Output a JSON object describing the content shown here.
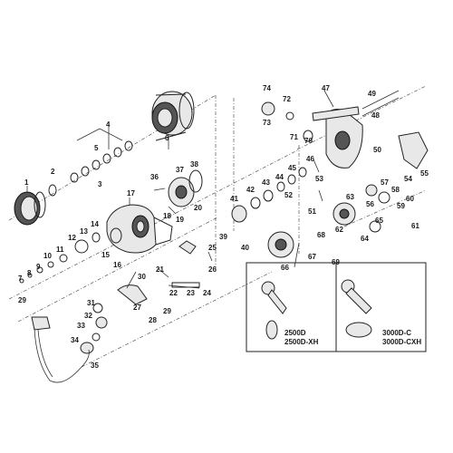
{
  "labels": {
    "n1": "1",
    "n2": "2",
    "n3": "3",
    "n4": "4",
    "n5": "5",
    "n6": "6",
    "n7": "7",
    "n8": "8",
    "n9": "9",
    "n10": "10",
    "n11": "11",
    "n12": "12",
    "n13": "13",
    "n14": "14",
    "n15": "15",
    "n16": "16",
    "n17": "17",
    "n18": "18",
    "n19": "19",
    "n20": "20",
    "n21": "21",
    "n22": "22",
    "n23": "23",
    "n24": "24",
    "n25": "25",
    "n26": "26",
    "n27": "27",
    "n28": "28",
    "n29": "29",
    "n30": "30",
    "n31": "31",
    "n32": "32",
    "n33": "33",
    "n34": "34",
    "n35": "35",
    "n36": "36",
    "n37": "37",
    "n38": "38",
    "n39": "39",
    "n40": "40",
    "n41": "41",
    "n42": "42",
    "n43": "43",
    "n44": "44",
    "n45": "45",
    "n46": "46",
    "n47": "47",
    "n48": "48",
    "n49": "49",
    "n50": "50",
    "n51": "51",
    "n52": "52",
    "n53": "53",
    "n54": "54",
    "n55": "55",
    "n56": "56",
    "n57": "57",
    "n58": "58",
    "n59": "59",
    "n60": "60",
    "n61": "61",
    "n62": "62",
    "n63": "63",
    "n64": "64",
    "n65": "65",
    "n66": "66",
    "n67": "67",
    "n68": "68",
    "n69": "69",
    "n70": "70",
    "n71": "71",
    "n72": "72",
    "n73": "73",
    "n74": "74"
  },
  "handle_box_left": {
    "line1": "2500D",
    "line2": "2500D-XH"
  },
  "handle_box_right": {
    "line1": "3000D-C",
    "line2": "3000D-CXH"
  }
}
